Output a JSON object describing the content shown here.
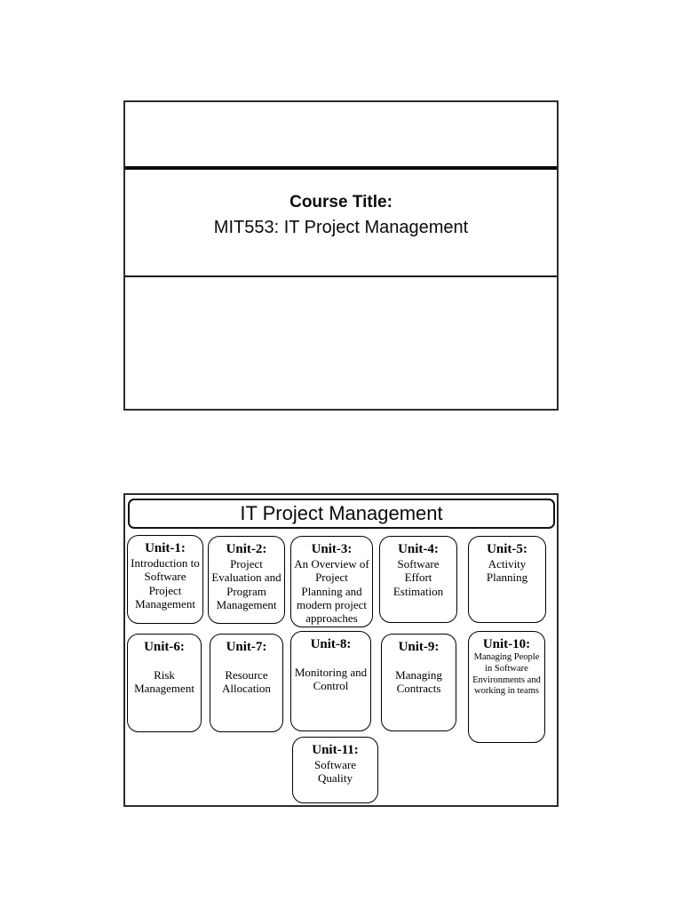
{
  "slide1": {
    "course_title_label": "Course Title:",
    "course_title_value": "MIT553: IT Project Management"
  },
  "slide2": {
    "title": "IT Project Management",
    "units": [
      {
        "title": "Unit-1:",
        "body": "Introduction to Software Project Management"
      },
      {
        "title": "Unit-2:",
        "body": "Project Evaluation and Program Management"
      },
      {
        "title": "Unit-3:",
        "body": "An Overview of Project Planning and modern project approaches"
      },
      {
        "title": "Unit-4:",
        "body": "Software Effort Estimation"
      },
      {
        "title": "Unit-5:",
        "body": "Activity Planning"
      },
      {
        "title": "Unit-6:",
        "body": "Risk Management"
      },
      {
        "title": "Unit-7:",
        "body": "Resource Allocation"
      },
      {
        "title": "Unit-8:",
        "body": "Monitoring and Control"
      },
      {
        "title": "Unit-9:",
        "body": "Managing Contracts"
      },
      {
        "title": "Unit-10:",
        "body": "Managing People in Software Environments and working in teams"
      },
      {
        "title": "Unit-11:",
        "body": "Software Quality"
      }
    ]
  },
  "colors": {
    "page_background": "#ffffff",
    "text": "#000000",
    "border": "#000000"
  }
}
